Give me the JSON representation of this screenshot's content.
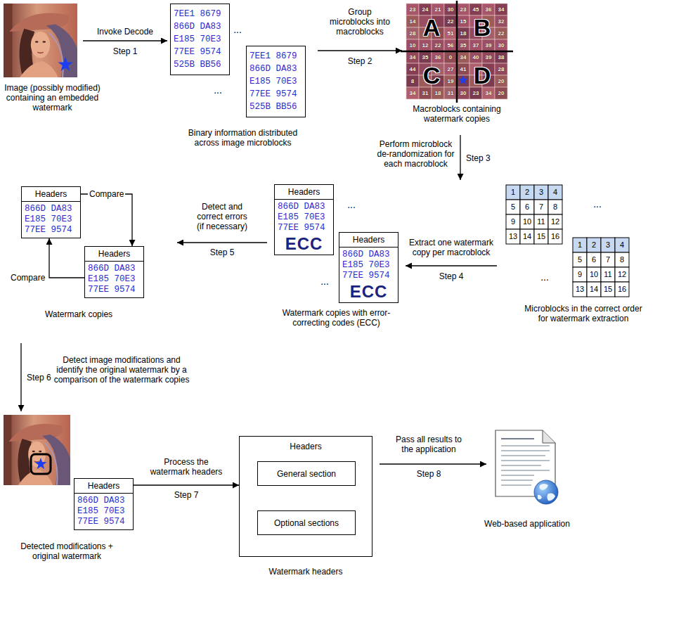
{
  "diagram": {
    "nodes": [
      {
        "text": [
          "7EE1 8679 866D DA83 E185 70E3 77EE 9574 525B BB56"
        ]
      },
      {
        "text": [
          "7EE1 8679 866D DA83 E185 70E3 77EE 9574 525B BB56"
        ]
      },
      {
        "text": [
          "Headers",
          "866D DA83 E185 70E3 77EE 9574",
          "ECC"
        ]
      },
      {
        "text": [
          "Headers",
          "866D DA83 E185 70E3 77EE 9574",
          "ECC"
        ]
      },
      {
        "text": [
          "Headers",
          "866D DA83 E185 70E3 77EE 9574"
        ]
      },
      {
        "text": [
          "Headers",
          "866D DA83 E185 70E3 77EE 9574"
        ]
      },
      {
        "text": [
          "Headers",
          "866D DA83 E185 70E3 77EE 9574"
        ]
      },
      {
        "text": [
          "Headers"
        ]
      },
      {
        "text": [
          "General section"
        ],
        "in": 7
      },
      {
        "text": [
          "Optional sections"
        ],
        "in": 7
      }
    ],
    "edges": [
      {
        "from": 4,
        "to": 5,
        "label": "Compare",
        "arrow": "to"
      },
      {
        "from": 5,
        "to": 4,
        "label": "Compare",
        "arrow": "to"
      },
      {
        "from": 6,
        "to": 7,
        "arrow": "to"
      }
    ],
    "labels": [
      "Image (possibly modified) containing an embedded watermark",
      "Invoke Decode",
      "Step 1",
      "...",
      "...",
      "Binary information distributed across image microblocks",
      "Group microblocks into macroblocks",
      "Step 2",
      "23",
      "24",
      "21",
      "30",
      "23",
      "45",
      "36",
      "34",
      "14",
      "22",
      "15",
      "32",
      "28",
      "51",
      "18",
      "22",
      "10",
      "12",
      "22",
      "56",
      "35",
      "37",
      "39",
      "30",
      "34",
      "35",
      "36",
      "0",
      "34",
      "40",
      "39",
      "38",
      "44",
      "27",
      "41",
      "28",
      "8",
      "19",
      "20",
      "34",
      "31",
      "18",
      "31",
      "30",
      "23",
      "34",
      "20",
      "A",
      "B",
      "C",
      "D",
      "Macroblocks containing watermark copies",
      "Perform microblock de-randomization for each macroblock",
      "Step 3",
      "1",
      "2",
      "3",
      "4",
      "5",
      "6",
      "7",
      "8",
      "9",
      "10",
      "11",
      "12",
      "13",
      "14",
      "15",
      "16",
      "1",
      "2",
      "3",
      "4",
      "5",
      "6",
      "7",
      "8",
      "9",
      "10",
      "11",
      "12",
      "13",
      "14",
      "15",
      "16",
      "...",
      "...",
      "Microblocks in the correct order for watermark extraction",
      "Extract one watermark copy per macroblock",
      "Step 4",
      "...",
      "...",
      "Watermark copies with error-correcting codes (ECC)",
      "Detect and correct errors (if necessary)",
      "Step 5",
      "Watermark copies",
      "Detect image modifications and identify the original watermark by a comparison of the watermark copies",
      "Step 6",
      "Detected modifications + original watermark",
      "Process the watermark headers",
      "Step 7",
      "Watermark headers",
      "Pass all results to the application",
      "Step 8",
      "Web-based application"
    ]
  }
}
